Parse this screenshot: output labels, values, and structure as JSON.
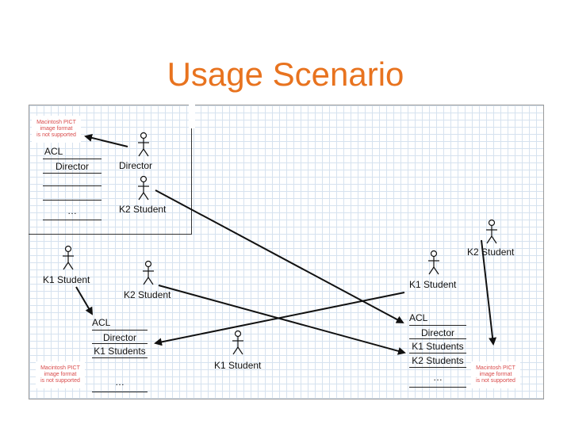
{
  "title": "Usage Scenario",
  "pict_placeholder": {
    "line1": "Macintosh PICT",
    "line2": "image format",
    "line3": "is not supported"
  },
  "actors": {
    "director": "Director",
    "k2_student_room": "K2 Student",
    "k2_student_right": "K2 Student",
    "k1_student_left": "K1 Student",
    "k2_student_middle": "K2 Student",
    "k1_student_right": "K1 Student",
    "k1_student_bottom": "K1 Student"
  },
  "acl_top": {
    "header": "ACL",
    "rows": [
      "Director",
      "",
      "…"
    ]
  },
  "acl_left": {
    "header": "ACL",
    "rows": [
      "Director",
      "K1 Students",
      "…"
    ]
  },
  "acl_right": {
    "header": "ACL",
    "rows": [
      "Director",
      "K1 Students",
      "K2 Students",
      "…"
    ]
  },
  "colors": {
    "title": "#e8731f",
    "pict_text": "#d94b4b",
    "grid": "#d6e2ef"
  }
}
